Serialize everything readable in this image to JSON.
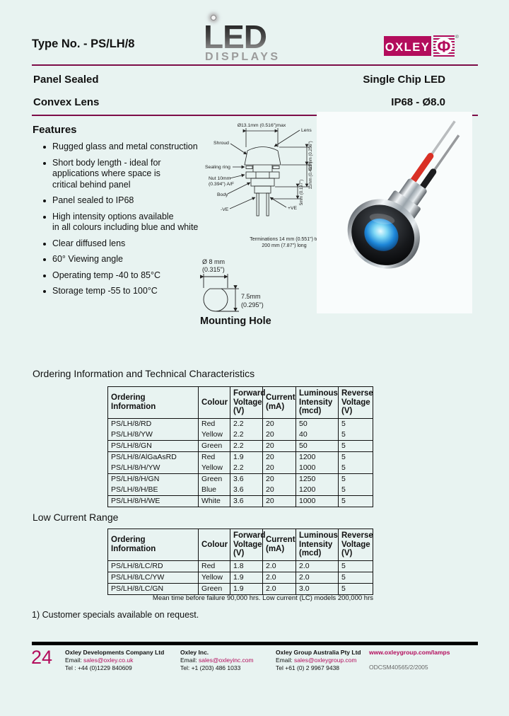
{
  "header": {
    "type_no": "Type No. - PS/LH/8",
    "panel_sealed": "Panel Sealed",
    "single_chip": "Single Chip LED",
    "convex_lens": "Convex Lens",
    "ip68": "IP68 - Ø8.0"
  },
  "logos": {
    "led": "LED",
    "displays": "DISPLAYS",
    "oxley": "OXLEY",
    "registered": "®"
  },
  "features": {
    "title": "Features",
    "items": [
      "Rugged glass and metal construction",
      "Short body length - ideal for\napplications where space is\ncritical behind panel",
      "Panel sealed to IP68",
      "High intensity options available\nin all colours including blue and white",
      "Clear diffused lens",
      "60° Viewing angle",
      "Operating temp -40 to 85°C",
      "Storage temp -55 to 100°C"
    ]
  },
  "drawing": {
    "dim_top": "Ø13.1mm (0.516\")max",
    "label_lens": "Lens",
    "label_shroud": "Shroud",
    "label_sealing_ring": "Sealing ring",
    "label_nut_1": "Nut 10mm",
    "label_nut_2": "(0.394\") A/F",
    "label_body": "Body",
    "label_neg": "-VE",
    "label_pos": "+VE",
    "dim_right_1": "6.5mm (0.256\")",
    "dim_right_2": "11mm (0.433\")",
    "dim_right_3": "5mm (0.197\")",
    "terminations_1": "Terminations 14 mm (0.551\") to",
    "terminations_2": "200 mm (7.87\") long"
  },
  "mounting_hole": {
    "dia_mm": "Ø 8 mm",
    "dia_in": "(0.315\")",
    "depth_mm": "7.5mm",
    "depth_in": "(0.295\")",
    "caption": "Mounting Hole"
  },
  "ordering_table": {
    "title": "Ordering Information and Technical Characteristics",
    "headers": [
      "Ordering\nInformation",
      "Colour",
      "Forward\nVoltage\n(V)",
      "Current\n(mA)",
      "Luminous\nIntensity\n(mcd)",
      "Reverse\nVoltage\n(V)"
    ],
    "rows": [
      [
        "PS/LH/8/RD",
        "Red",
        "2.2",
        "20",
        "50",
        "5"
      ],
      [
        "PS/LH/8/YW",
        "Yellow",
        "2.2",
        "20",
        "40",
        "5"
      ],
      [
        "PS/LH/8/GN",
        "Green",
        "2.2",
        "20",
        "50",
        "5"
      ],
      [
        "PS/LH/8/AlGaAsRD",
        "Red",
        "1.9",
        "20",
        "1200",
        "5"
      ],
      [
        "PS/LH/8/H/YW",
        "Yellow",
        "2.2",
        "20",
        "1000",
        "5"
      ],
      [
        "PS/LH/8/H/GN",
        "Green",
        "3.6",
        "20",
        "1250",
        "5"
      ],
      [
        "PS/LH/8/H/BE",
        "Blue",
        "3.6",
        "20",
        "1200",
        "5"
      ],
      [
        "PS/LH/8/H/WE",
        "White",
        "3.6",
        "20",
        "1000",
        "5"
      ]
    ]
  },
  "low_current_table": {
    "title": "Low Current Range",
    "rows": [
      [
        "PS/LH/8/LC/RD",
        "Red",
        "1.8",
        "2.0",
        "2.0",
        "5"
      ],
      [
        "PS/LH/8/LC/YW",
        "Yellow",
        "1.9",
        "2.0",
        "2.0",
        "5"
      ],
      [
        "PS/LH/8/LC/GN",
        "Green",
        "1.9",
        "2.0",
        "3.0",
        "5"
      ]
    ],
    "note": "Mean time before failure 90,000 hrs. Low current (LC) models 200,000 hrs"
  },
  "footnote": "1) Customer specials available on request.",
  "footer": {
    "page_number": "24",
    "companies": [
      {
        "name": "Oxley Developments Company Ltd",
        "email_label": "Email:",
        "email": "sales@oxley.co.uk",
        "tel": "Tel : +44 (0)1229 840609"
      },
      {
        "name": "Oxley Inc.",
        "email_label": "Email:",
        "email": "sales@oxleyinc.com",
        "tel": "Tel: +1 (203) 486 1033"
      },
      {
        "name": "Oxley Group Australia Pty Ltd",
        "email_label": "Email:",
        "email": "sales@oxleygroup.com",
        "tel": "Tel +61 (0) 2 9967 9438"
      }
    ],
    "website": "www.oxleygroup.com/lamps",
    "doc_ref": "ODCSM40565/2/2005"
  }
}
